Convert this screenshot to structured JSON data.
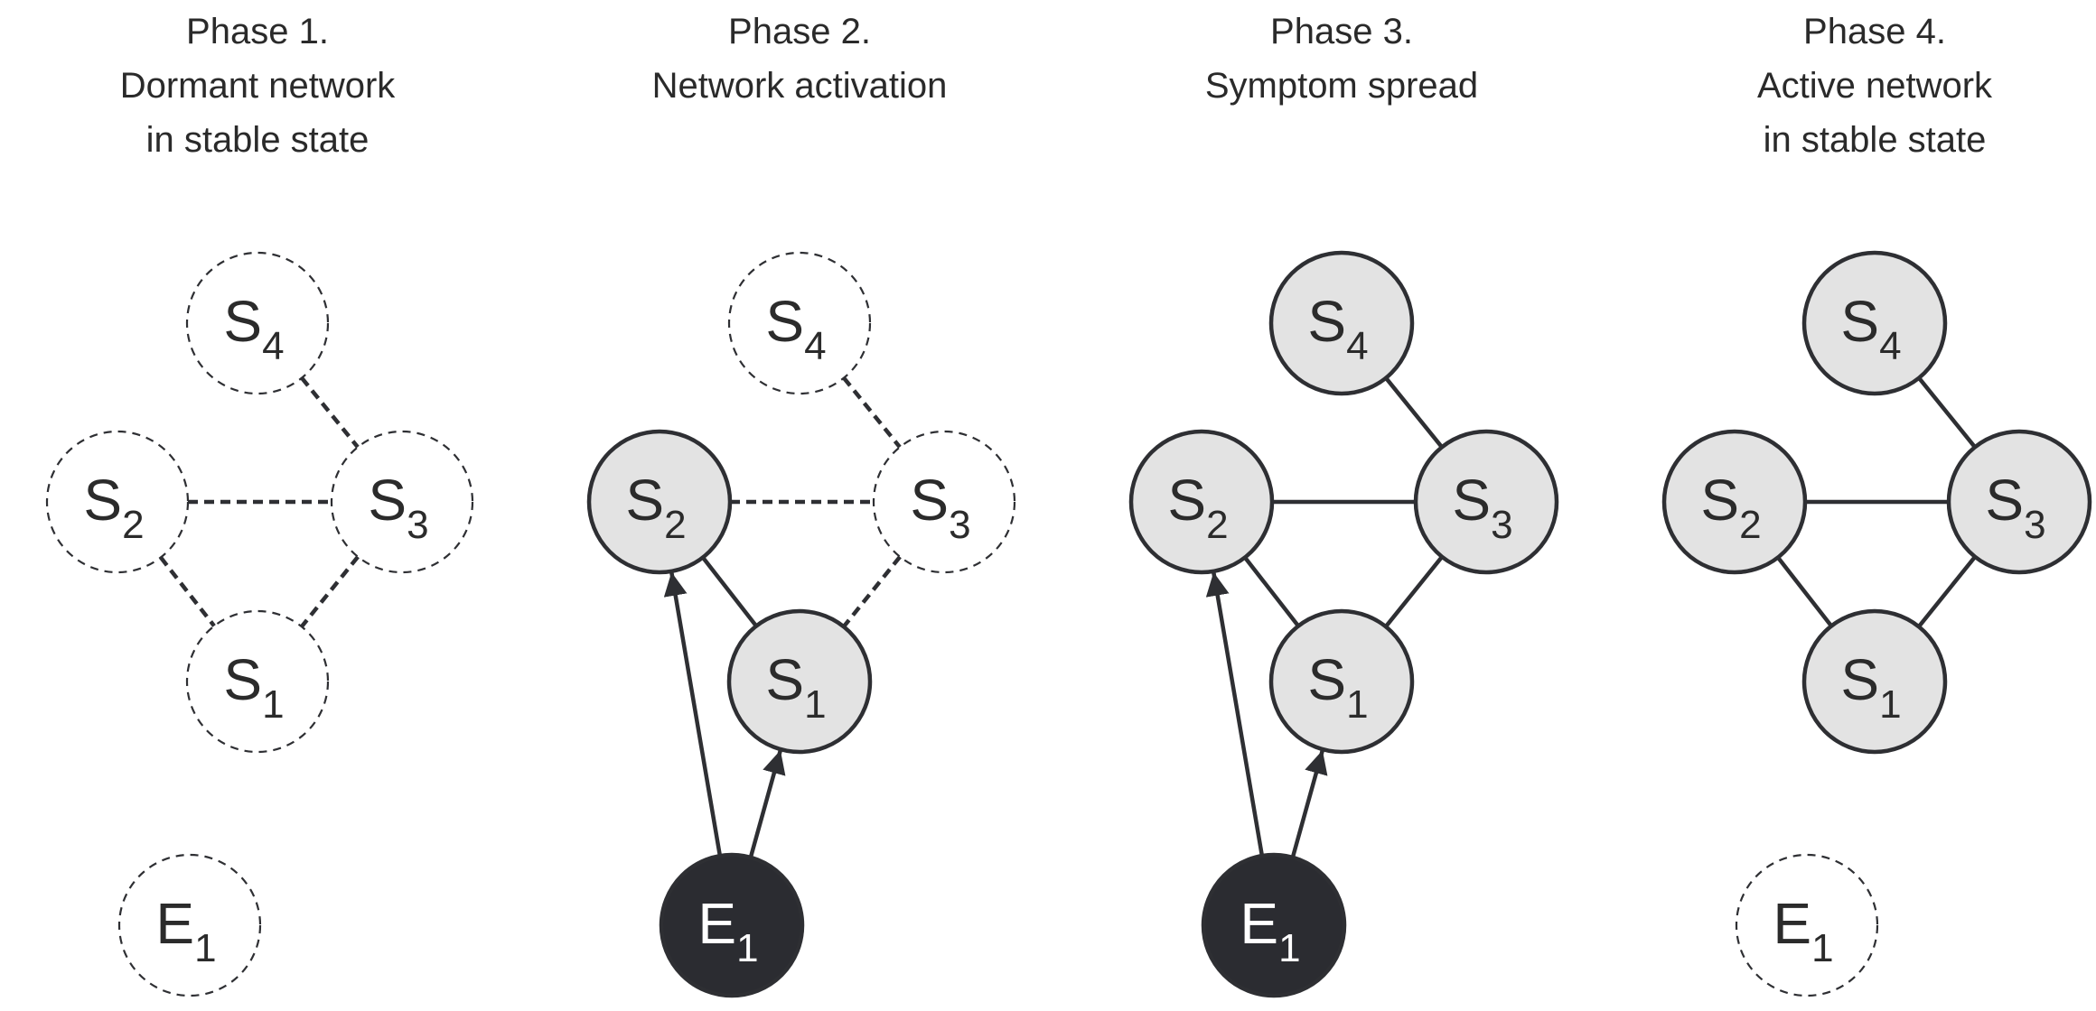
{
  "colors": {
    "line": "#2e2f33",
    "node_active_fill": "#e3e3e3",
    "node_dormant_fill": "#ffffff",
    "external_active_fill": "#2b2c31",
    "label": "#2b2b2b",
    "label_on_dark": "#ffffff"
  },
  "panels": [
    {
      "id": "phase-1",
      "title_lines": [
        "Phase 1.",
        "Dormant network",
        "in stable state"
      ],
      "nodes": [
        {
          "id": "S4",
          "letter": "S",
          "subscript": "4",
          "state": "dormant"
        },
        {
          "id": "S2",
          "letter": "S",
          "subscript": "2",
          "state": "dormant"
        },
        {
          "id": "S3",
          "letter": "S",
          "subscript": "3",
          "state": "dormant"
        },
        {
          "id": "S1",
          "letter": "S",
          "subscript": "1",
          "state": "dormant"
        },
        {
          "id": "E1",
          "letter": "E",
          "subscript": "1",
          "state": "dormant",
          "external": true
        }
      ],
      "edges": [
        {
          "from": "S4",
          "to": "S3",
          "style": "dashed"
        },
        {
          "from": "S2",
          "to": "S3",
          "style": "dashed"
        },
        {
          "from": "S2",
          "to": "S1",
          "style": "dashed"
        },
        {
          "from": "S3",
          "to": "S1",
          "style": "dashed"
        }
      ]
    },
    {
      "id": "phase-2",
      "title_lines": [
        "Phase 2.",
        "Network activation"
      ],
      "nodes": [
        {
          "id": "S4",
          "letter": "S",
          "subscript": "4",
          "state": "dormant"
        },
        {
          "id": "S2",
          "letter": "S",
          "subscript": "2",
          "state": "active"
        },
        {
          "id": "S3",
          "letter": "S",
          "subscript": "3",
          "state": "dormant"
        },
        {
          "id": "S1",
          "letter": "S",
          "subscript": "1",
          "state": "active"
        },
        {
          "id": "E1",
          "letter": "E",
          "subscript": "1",
          "state": "active",
          "external": true
        }
      ],
      "edges": [
        {
          "from": "S4",
          "to": "S3",
          "style": "dashed"
        },
        {
          "from": "S2",
          "to": "S3",
          "style": "dashed"
        },
        {
          "from": "S2",
          "to": "S1",
          "style": "solid"
        },
        {
          "from": "S3",
          "to": "S1",
          "style": "dashed"
        },
        {
          "from": "E1",
          "to": "S2",
          "style": "arrow"
        },
        {
          "from": "E1",
          "to": "S1",
          "style": "arrow"
        }
      ]
    },
    {
      "id": "phase-3",
      "title_lines": [
        "Phase 3.",
        "Symptom spread"
      ],
      "nodes": [
        {
          "id": "S4",
          "letter": "S",
          "subscript": "4",
          "state": "active"
        },
        {
          "id": "S2",
          "letter": "S",
          "subscript": "2",
          "state": "active"
        },
        {
          "id": "S3",
          "letter": "S",
          "subscript": "3",
          "state": "active"
        },
        {
          "id": "S1",
          "letter": "S",
          "subscript": "1",
          "state": "active"
        },
        {
          "id": "E1",
          "letter": "E",
          "subscript": "1",
          "state": "active",
          "external": true
        }
      ],
      "edges": [
        {
          "from": "S4",
          "to": "S3",
          "style": "solid"
        },
        {
          "from": "S2",
          "to": "S3",
          "style": "solid"
        },
        {
          "from": "S2",
          "to": "S1",
          "style": "solid"
        },
        {
          "from": "S3",
          "to": "S1",
          "style": "solid"
        },
        {
          "from": "E1",
          "to": "S2",
          "style": "arrow"
        },
        {
          "from": "E1",
          "to": "S1",
          "style": "arrow"
        }
      ]
    },
    {
      "id": "phase-4",
      "title_lines": [
        "Phase 4.",
        "Active network",
        "in stable state"
      ],
      "nodes": [
        {
          "id": "S4",
          "letter": "S",
          "subscript": "4",
          "state": "active"
        },
        {
          "id": "S2",
          "letter": "S",
          "subscript": "2",
          "state": "active"
        },
        {
          "id": "S3",
          "letter": "S",
          "subscript": "3",
          "state": "active"
        },
        {
          "id": "S1",
          "letter": "S",
          "subscript": "1",
          "state": "active"
        },
        {
          "id": "E1",
          "letter": "E",
          "subscript": "1",
          "state": "dormant",
          "external": true
        }
      ],
      "edges": [
        {
          "from": "S4",
          "to": "S3",
          "style": "solid"
        },
        {
          "from": "S2",
          "to": "S3",
          "style": "solid"
        },
        {
          "from": "S2",
          "to": "S1",
          "style": "solid"
        },
        {
          "from": "S3",
          "to": "S1",
          "style": "solid"
        }
      ]
    }
  ]
}
